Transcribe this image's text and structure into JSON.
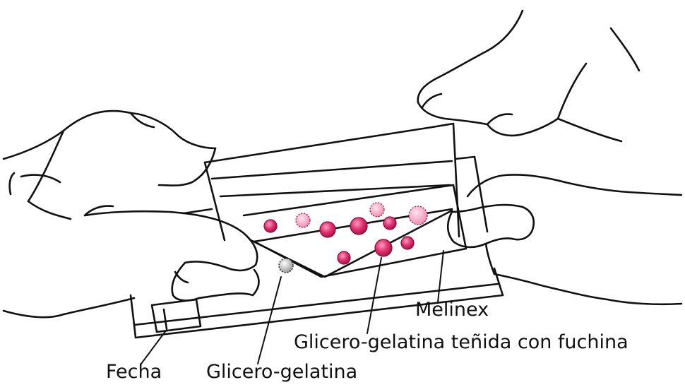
{
  "labels": {
    "melinex": "Melinex",
    "glicero_gelatina_tenida": "Glicero-gelatina teñida con fuchina",
    "fecha": "Fecha",
    "glicero_gelatina": "Glicero-gelatina"
  },
  "colors": {
    "ink": "#111111",
    "drop_stained": "#d4145a",
    "drop_pale": "#f2a6c2",
    "drop_clear": "#cfcfcf",
    "background": "#ffffff"
  }
}
